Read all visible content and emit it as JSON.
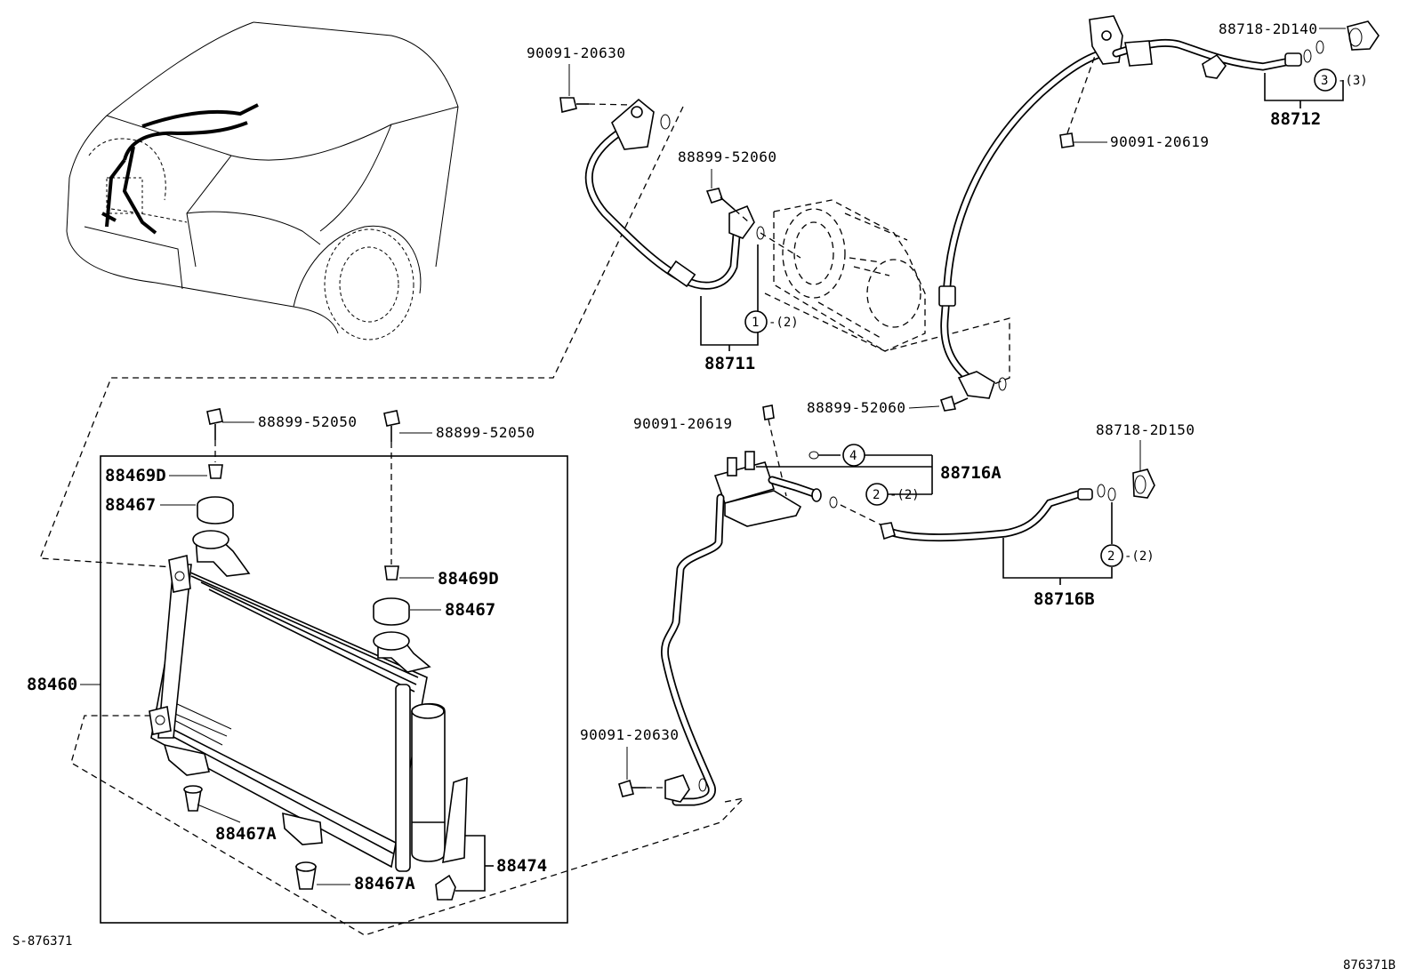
{
  "parts": {
    "bolt_tl": "90091-20630",
    "bolt_88899_top": "88899-52060",
    "hose_88711": "88711",
    "circle1": "1",
    "qty1": "-(2)",
    "sensor_top": "88718-2D140",
    "circle3": "3",
    "qty3": "-(3)",
    "hose_88712": "88712",
    "bolt_tr": "90091-20619",
    "bolt_88899_mid": "88899-52060",
    "bolt_mid_left": "90091-20619",
    "circle4": "4",
    "block_88716a": "88716A",
    "circle2a": "2",
    "qty2a": "-(2)",
    "sensor_mid": "88718-2D150",
    "circle2b": "2",
    "qty2b": "-(2)",
    "pipe_88716b": "88716B",
    "bolt_cond_l": "88899-52050",
    "bolt_cond_r": "88899-52050",
    "cushion_l": "88469D",
    "insulator_l": "88467",
    "cushion_r": "88469D",
    "insulator_r": "88467",
    "condenser": "88460",
    "bolt_bottom": "90091-20630",
    "grommet_a1": "88467A",
    "grommet_a2": "88467A",
    "bracket_88474": "88474"
  },
  "footer": {
    "left_code": "S-876371",
    "right_code": "876371B"
  }
}
